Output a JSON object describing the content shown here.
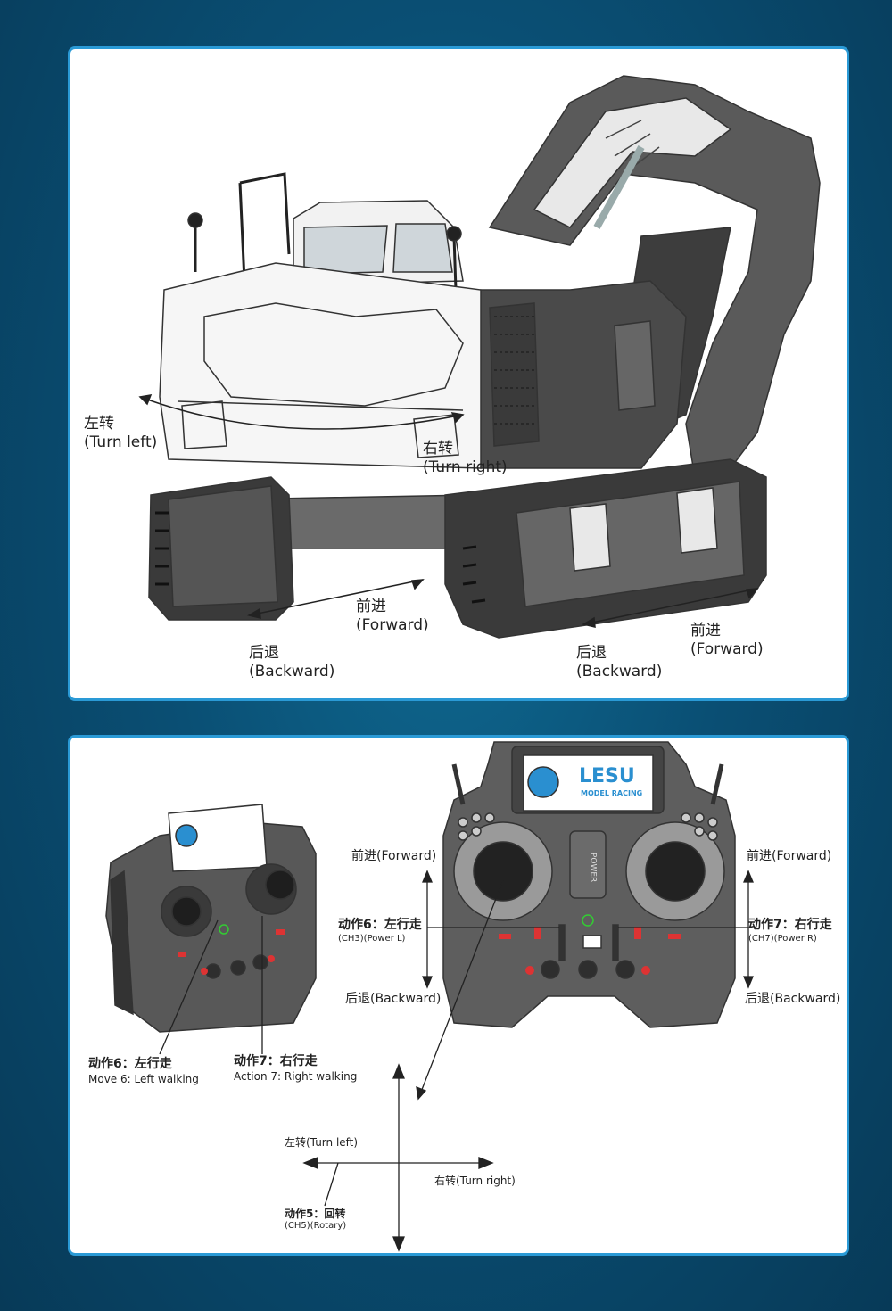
{
  "excavator_labels": {
    "turn_left_cn": "左转",
    "turn_left_en": "(Turn left)",
    "turn_right_cn": "右转",
    "turn_right_en": "(Turn right)",
    "forward_left_cn": "前进",
    "forward_left_en": "(Forward)",
    "backward_left_cn": "后退",
    "backward_left_en": "(Backward)",
    "backward_right_cn": "后退",
    "backward_right_en": "(Backward)",
    "forward_right_cn": "前进",
    "forward_right_en": "(Forward)"
  },
  "remote": {
    "brand": "LESU",
    "brand_sub": "MODEL RACING",
    "power": "POWER",
    "forward_left": "前进(Forward)",
    "forward_right": "前进(Forward)",
    "backward_left": "后退(Backward)",
    "backward_right": "后退(Backward)",
    "action6_cn": "动作6：左行走",
    "action6_ch": "(CH3)(Power L)",
    "action7_cn": "动作7：右行走",
    "action7_ch": "(CH7)(Power R)",
    "move6_cn": "动作6：左行走",
    "move6_en": "Move 6: Left walking",
    "act7_cn": "动作7：右行走",
    "act7_en": "Action 7: Right walking",
    "turn_left": "左转(Turn left)",
    "turn_right": "右转(Turn right)",
    "action5_cn": "动作5：回转",
    "action5_ch": "(CH5)(Rotary)"
  }
}
